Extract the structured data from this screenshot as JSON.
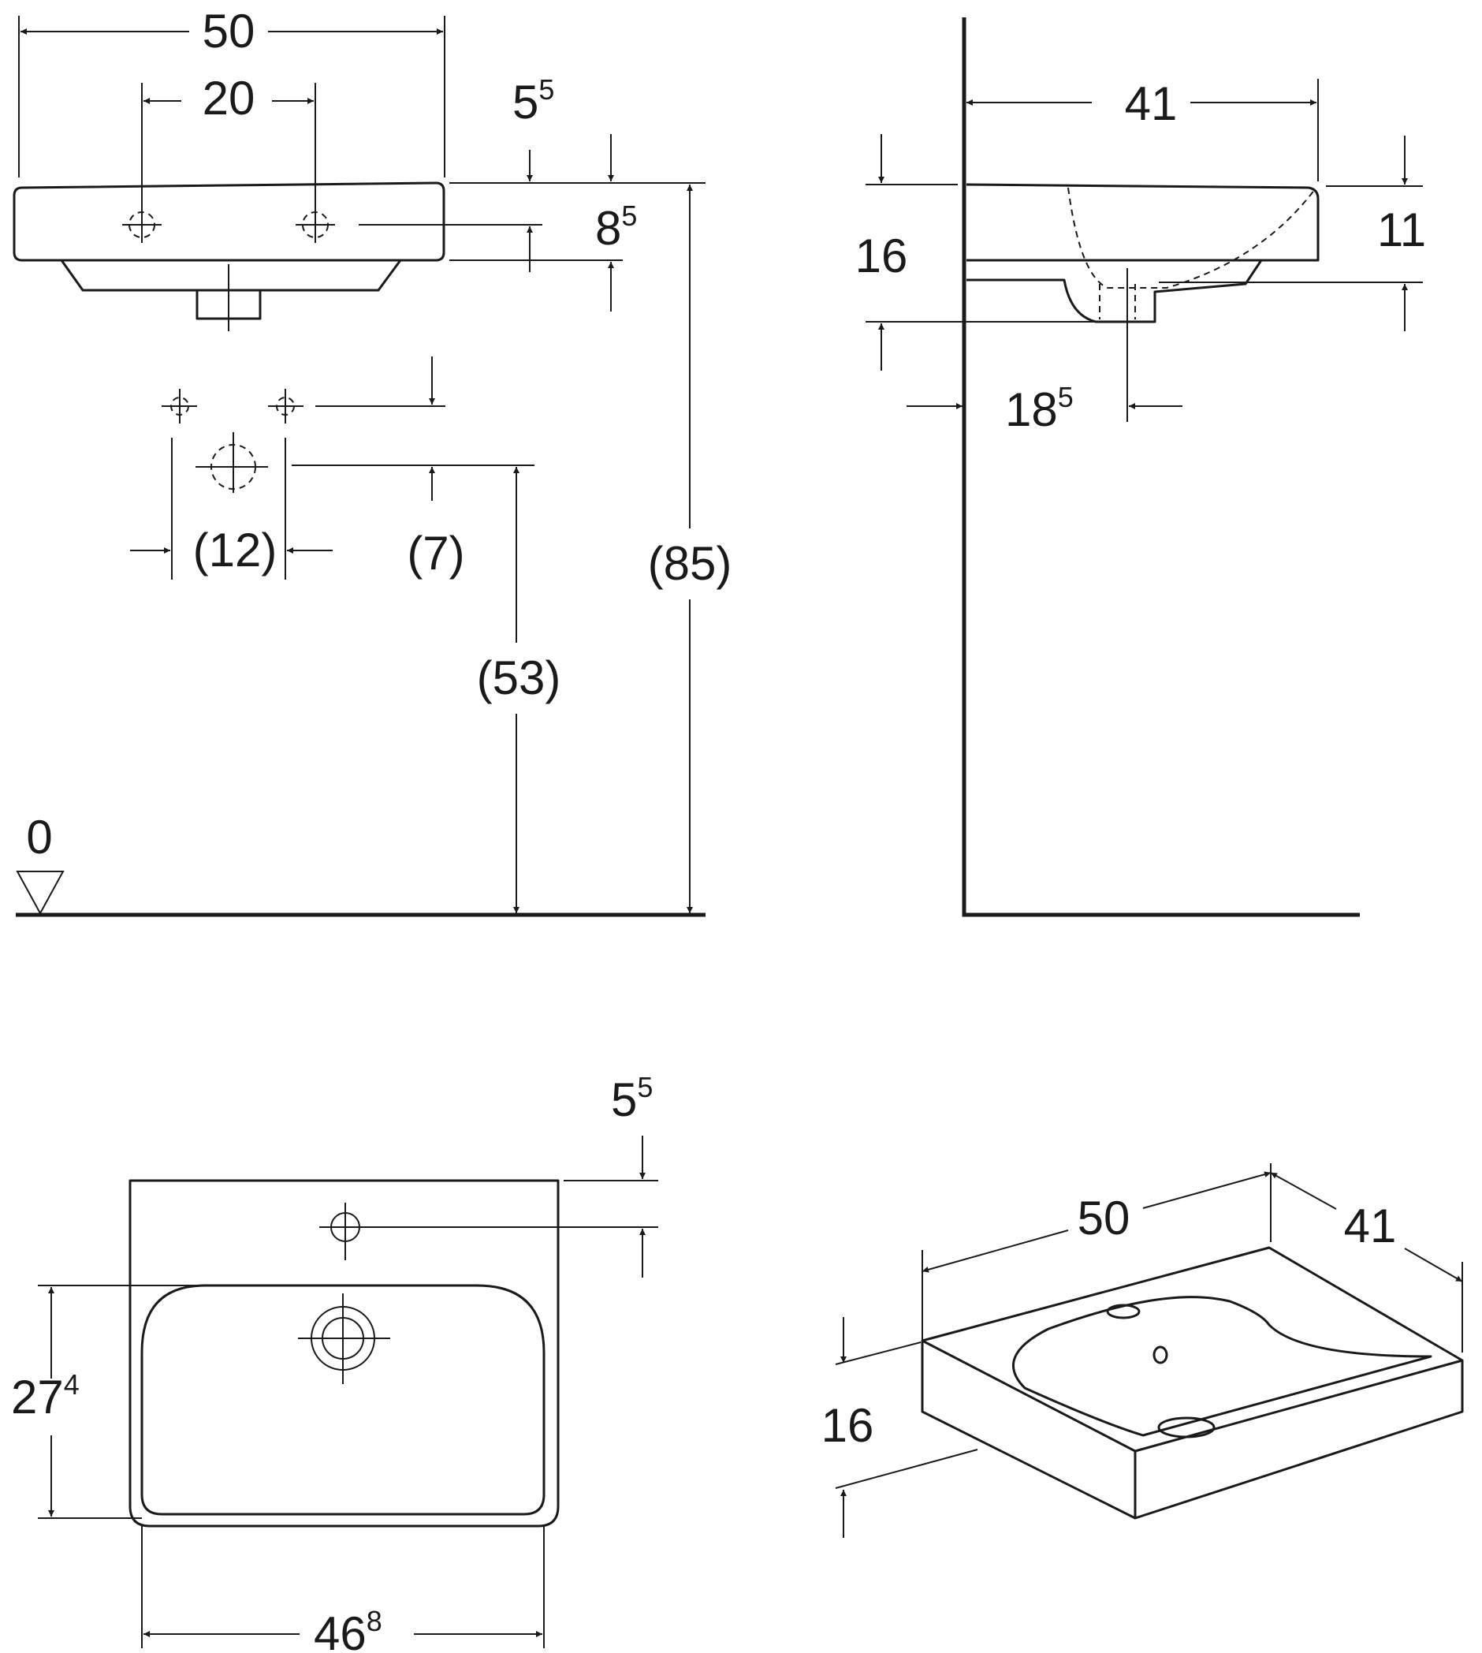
{
  "front_view": {
    "width": "50",
    "tap_spacing": "20",
    "top_offset_base": "5",
    "top_offset_sup": "5",
    "tap_depth_base": "8",
    "tap_depth_sup": "5",
    "supply_spacing": "(12)",
    "supply_offset": "(7)",
    "supply_height": "(53)",
    "rim_height": "(85)",
    "floor_level": "0"
  },
  "side_view": {
    "depth": "41",
    "bowl_height": "11",
    "overall_height": "16",
    "drain_offset_base": "18",
    "drain_offset_sup": "5"
  },
  "top_view": {
    "top_offset_base": "5",
    "top_offset_sup": "5",
    "bowl_depth_base": "27",
    "bowl_depth_sup": "4",
    "bowl_width_base": "46",
    "bowl_width_sup": "8"
  },
  "iso_view": {
    "width": "50",
    "depth": "41",
    "height": "16"
  }
}
